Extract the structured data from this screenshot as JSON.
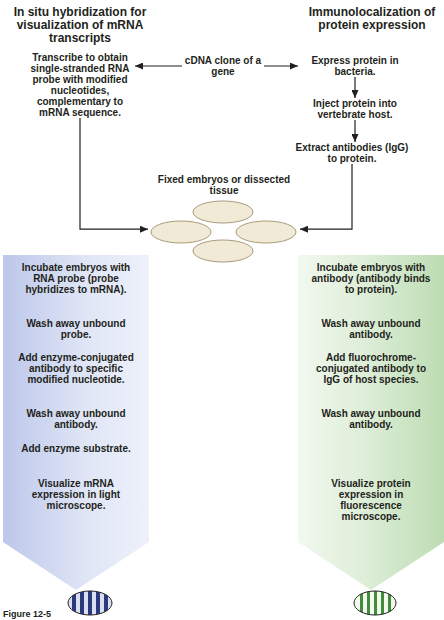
{
  "diagram": {
    "caption": "Figure 12-5",
    "nodes": [
      {
        "text": [
          "Transcribe to obtain single-stranded RNA probe with modified nucleotides, complementary to mRNA sequence."
        ]
      },
      {
        "text": [
          "cDNA clone of a gene"
        ]
      },
      {
        "text": [
          "Express protein in bacteria."
        ]
      },
      {
        "text": [
          "Inject protein into vertebrate host."
        ]
      },
      {
        "text": [
          "Extract antibodies (IgG) to protein."
        ]
      },
      {
        "text": [
          "Fixed embryos or dissected tissue"
        ]
      },
      {
        "text": [
          "Incubate embryos with RNA probe (probe hybridizes to mRNA).",
          "Wash away unbound probe.",
          "Add enzyme-conjugated antibody to specific modified nucleotide.",
          "Wash away unbound antibody.",
          "Add enzyme substrate.",
          "Visualize mRNA expression in light microscope."
        ]
      },
      {
        "text": [
          "Incubate embryos with antibody (antibody binds to protein).",
          "Wash away unbound antibody.",
          "Add fluorochrome-conjugated antibody to IgG of host species.",
          "Wash away unbound antibody.",
          "Visualize protein expression in fluorescence microscope."
        ]
      }
    ],
    "edges": [
      {
        "from": 1,
        "to": 0,
        "arrow": "to"
      },
      {
        "from": 1,
        "to": 2,
        "arrow": "to"
      },
      {
        "from": 2,
        "to": 3,
        "arrow": "to"
      },
      {
        "from": 3,
        "to": 4,
        "arrow": "to"
      },
      {
        "from": 0,
        "to": 5,
        "arrow": "to"
      },
      {
        "from": 4,
        "to": 5,
        "arrow": "to"
      }
    ],
    "labels": [
      "In situ hybridization for visualization of mRNA transcripts",
      "Immunolocalization of protein expression"
    ]
  }
}
